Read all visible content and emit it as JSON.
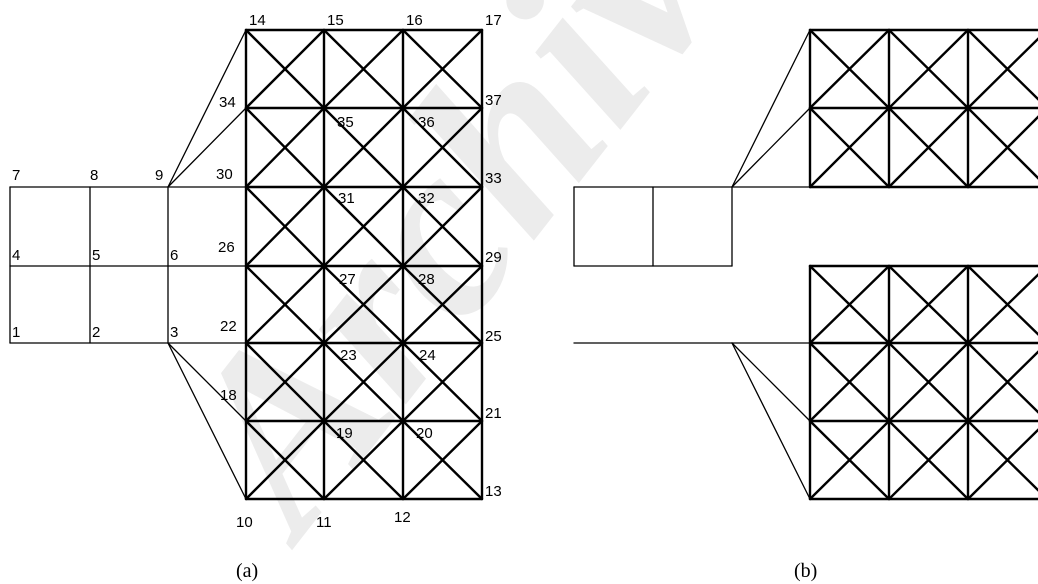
{
  "watermark": "Archive of SID",
  "panel_a": {
    "caption": "(a)",
    "node_labels": [
      "1",
      "2",
      "3",
      "4",
      "5",
      "6",
      "7",
      "8",
      "9",
      "10",
      "11",
      "12",
      "13",
      "14",
      "15",
      "16",
      "17",
      "18",
      "19",
      "20",
      "21",
      "22",
      "23",
      "24",
      "25",
      "26",
      "27",
      "28",
      "29",
      "30",
      "31",
      "32",
      "33",
      "34",
      "35",
      "36",
      "37"
    ]
  },
  "panel_b": {
    "caption": "(b)"
  }
}
